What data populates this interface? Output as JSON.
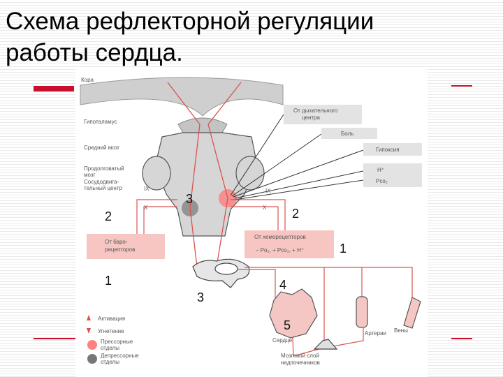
{
  "slide": {
    "title_line1": "Схема рефлекторной регуляции",
    "title_line2": "работы сердца.",
    "accent_color": "#c8102e"
  },
  "diagram": {
    "labels": {
      "cortex": "Кора",
      "hypothalamus": "Гипоталамус",
      "midbrain": "Средний мозг",
      "medulla_1": "Продолговатый",
      "medulla_2": "мозг",
      "vasomotor_1": "Сосудодвига-",
      "vasomotor_2": "тельный центр",
      "nerve_ix_left": "IX",
      "nerve_x_left": "X",
      "nerve_ix_right": "IX",
      "nerve_x_right": "X",
      "from_resp_1": "От дыхательного",
      "from_resp_2": "центра",
      "pain": "Боль",
      "hypoxia": "Гипоксия",
      "h_plus": "H⁺",
      "pco2": "Pco₂",
      "baro_1": "От баро-",
      "baro_2": "рецепторов",
      "chemo": "От хеморецепторов",
      "chemo_formula": "– Po₂, + Pco₂, + H⁺",
      "arteries": "Артерии",
      "veins": "Вены",
      "heart": "Сердце",
      "adrenal_1": "Мозговой слой",
      "adrenal_2": "надпочечников"
    },
    "legend": {
      "activation": "Активация",
      "inhibition": "Угнетение",
      "pressor_1": "Прессорные",
      "pressor_2": "отделы",
      "depressor_1": "Депрессорные",
      "depressor_2": "отделы"
    },
    "markers": {
      "m3_center": "3",
      "m3_lower": "3",
      "m2_left": "2",
      "m2_right": "2",
      "m1_left": "1",
      "m1_right": "1",
      "m4": "4",
      "m5": "5"
    },
    "colors": {
      "pathway": "#d9534f",
      "pressor": "#ff8080",
      "depressor": "#777777",
      "brain_fill": "#d3d3d3",
      "box_fill": "#f7c6c3"
    }
  }
}
